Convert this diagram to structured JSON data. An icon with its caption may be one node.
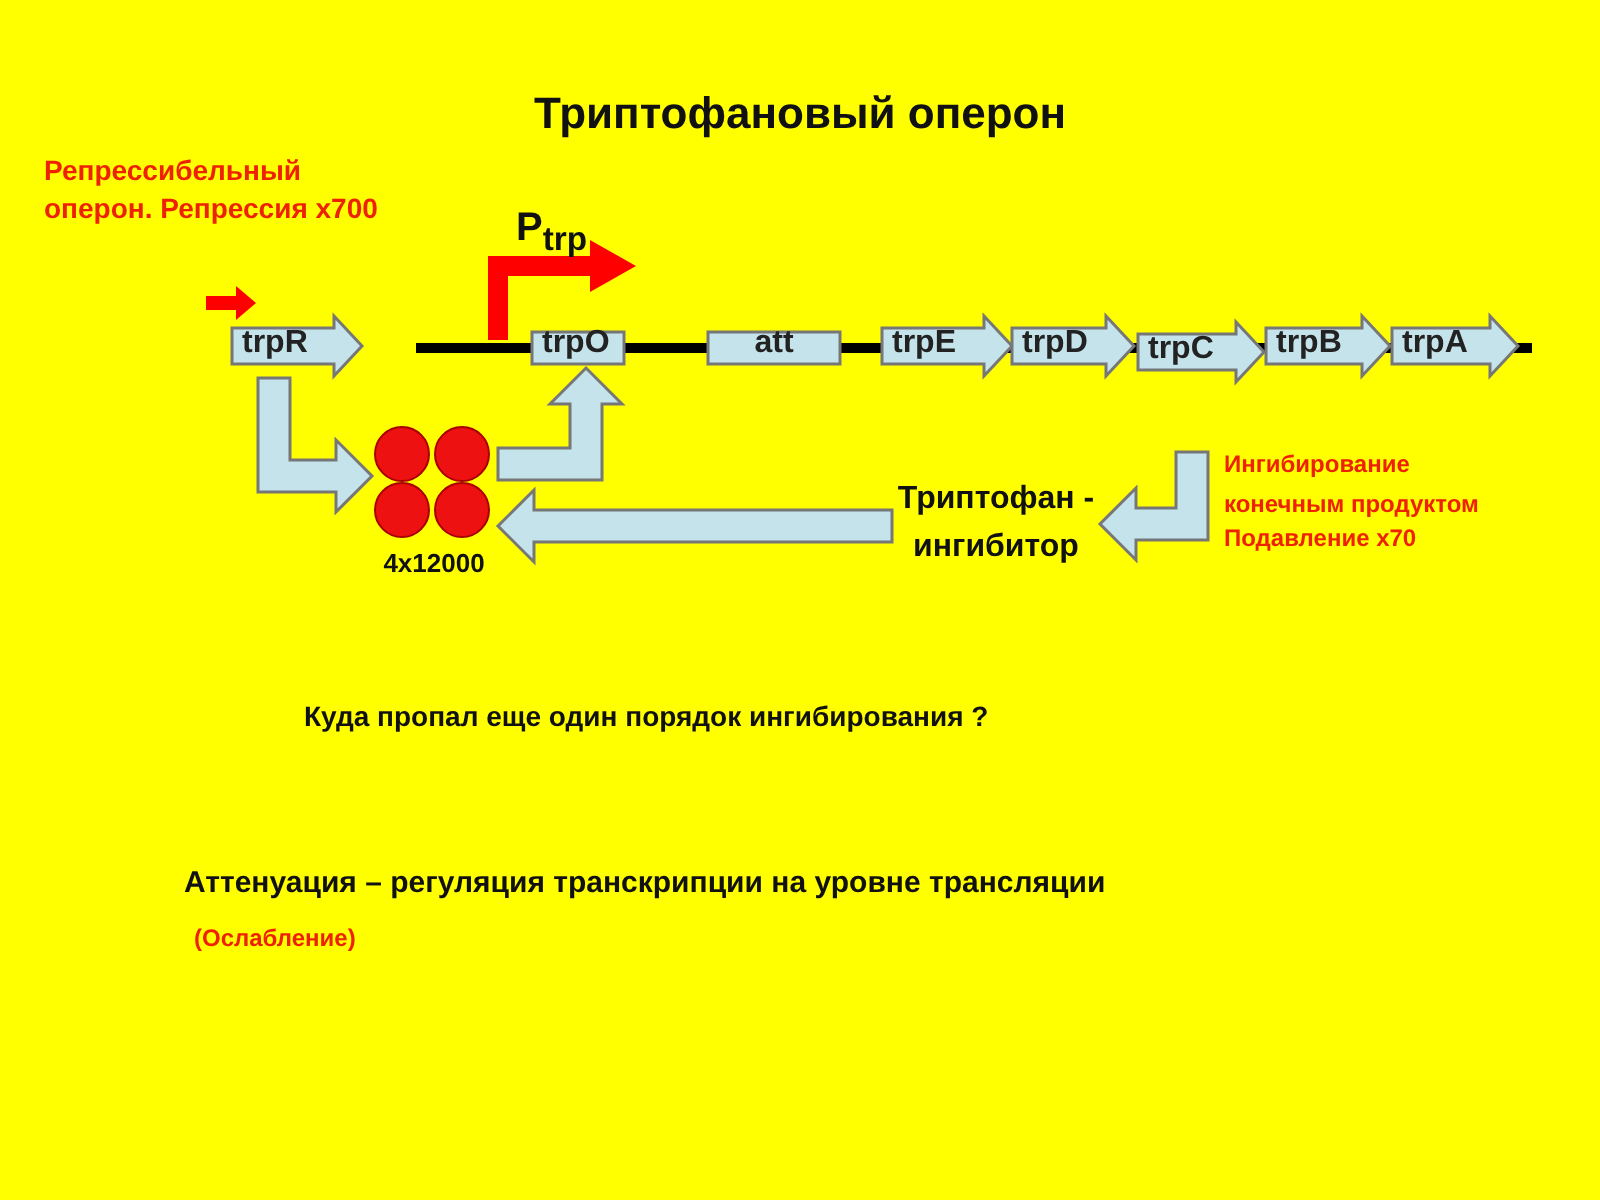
{
  "diagram": {
    "title": "Триптофановый оперон",
    "nodes": [
      {
        "text": [
          "trpR"
        ]
      },
      {
        "text": [
          "trpO"
        ]
      },
      {
        "text": [
          "att"
        ]
      },
      {
        "text": [
          "trpE"
        ]
      },
      {
        "text": [
          "trpD"
        ]
      },
      {
        "text": [
          "trpC"
        ]
      },
      {
        "text": [
          "trpB"
        ]
      },
      {
        "text": [
          "trpA"
        ]
      },
      {
        "text": [],
        "shape": "circle",
        "beside": [
          "4x12000"
        ]
      },
      {
        "text": [
          "Триптофан - ингибитор"
        ]
      }
    ],
    "edges": [
      {
        "from": 0,
        "to": 8,
        "arrow": "to"
      },
      {
        "from": 8,
        "to": 1,
        "arrow": "to"
      },
      {
        "from": null,
        "to": 9,
        "arrow": "to"
      },
      {
        "from": 9,
        "to": 8,
        "arrow": "to"
      }
    ],
    "labels": [
      "Репрессибельный оперон. Репрессия x700",
      "P$_{trp}$",
      "Ингибирование конечным продуктом",
      "Подавление x70",
      "Куда пропал еще один порядок ингибирования ?",
      "Аттенуация – регуляция транскрипции на уровне трансляции",
      "(Ослабление)"
    ]
  }
}
